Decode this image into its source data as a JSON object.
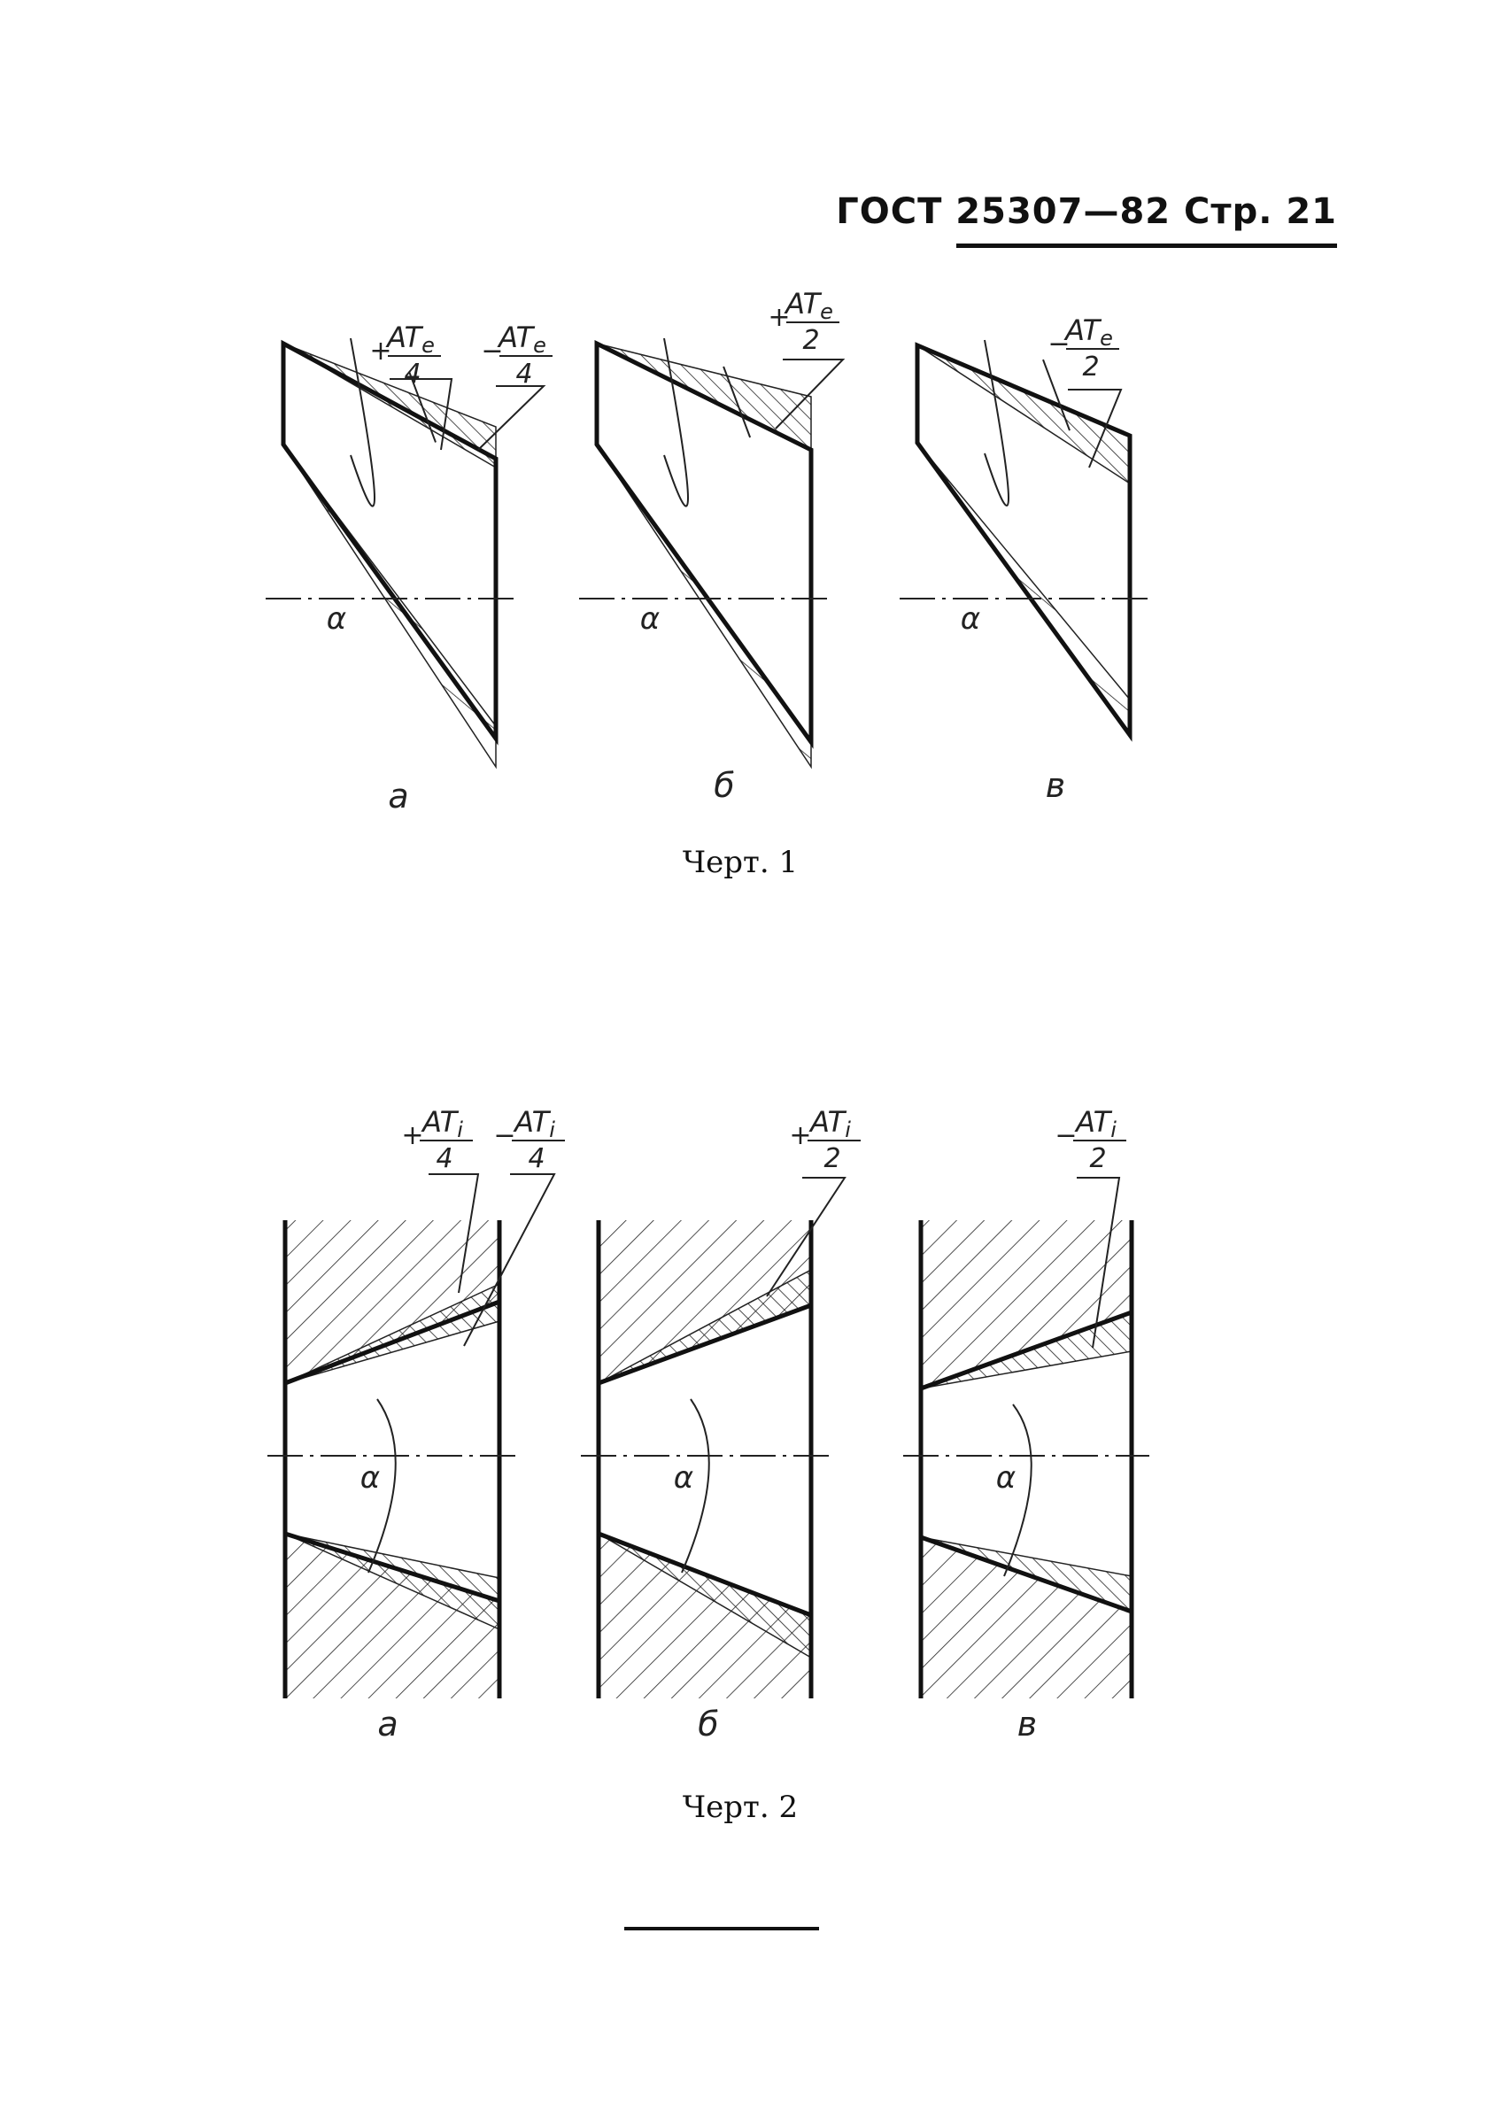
{
  "header": {
    "text": "ГОСТ 25307—82 Стр. 21"
  },
  "figure1": {
    "caption": "Черт. 1",
    "panels": [
      {
        "letter": "a",
        "angle": "α",
        "labels": [
          {
            "sign": "+",
            "num": "ATe",
            "den": "4"
          },
          {
            "sign": "−",
            "num": "ATe",
            "den": "4"
          }
        ]
      },
      {
        "letter": "б",
        "angle": "α",
        "labels": [
          {
            "sign": "+",
            "num": "ATe",
            "den": "2"
          }
        ]
      },
      {
        "letter": "в",
        "angle": "α",
        "labels": [
          {
            "sign": "−",
            "num": "ATe",
            "den": "2"
          }
        ]
      }
    ]
  },
  "figure2": {
    "caption": "Черт. 2",
    "panels": [
      {
        "letter": "a",
        "angle": "α",
        "labels": [
          {
            "sign": "+",
            "num": "ATi",
            "den": "4"
          },
          {
            "sign": "−",
            "num": "ATi",
            "den": "4"
          }
        ]
      },
      {
        "letter": "б",
        "angle": "α",
        "labels": [
          {
            "sign": "+",
            "num": "ATi",
            "den": "2"
          }
        ]
      },
      {
        "letter": "в",
        "angle": "α",
        "labels": [
          {
            "sign": "−",
            "num": "ATi",
            "den": "2"
          }
        ]
      }
    ]
  }
}
